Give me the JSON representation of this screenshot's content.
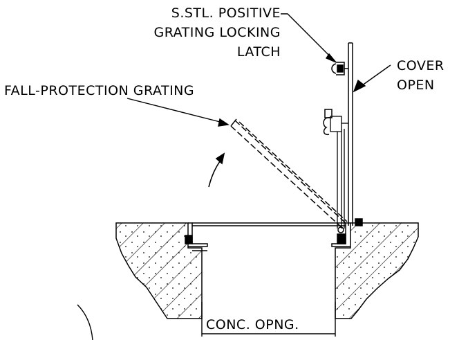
{
  "labels": {
    "latch_line1": "S.STL. POSITIVE",
    "latch_line2": "GRATING LOCKING",
    "latch_line3": "LATCH",
    "cover_line1": "COVER",
    "cover_line2": "OPEN",
    "grating": "FALL-PROTECTION GRATING",
    "opening": "CONC. OPNG."
  },
  "colors": {
    "ink": "#000000",
    "paper": "#ffffff"
  }
}
